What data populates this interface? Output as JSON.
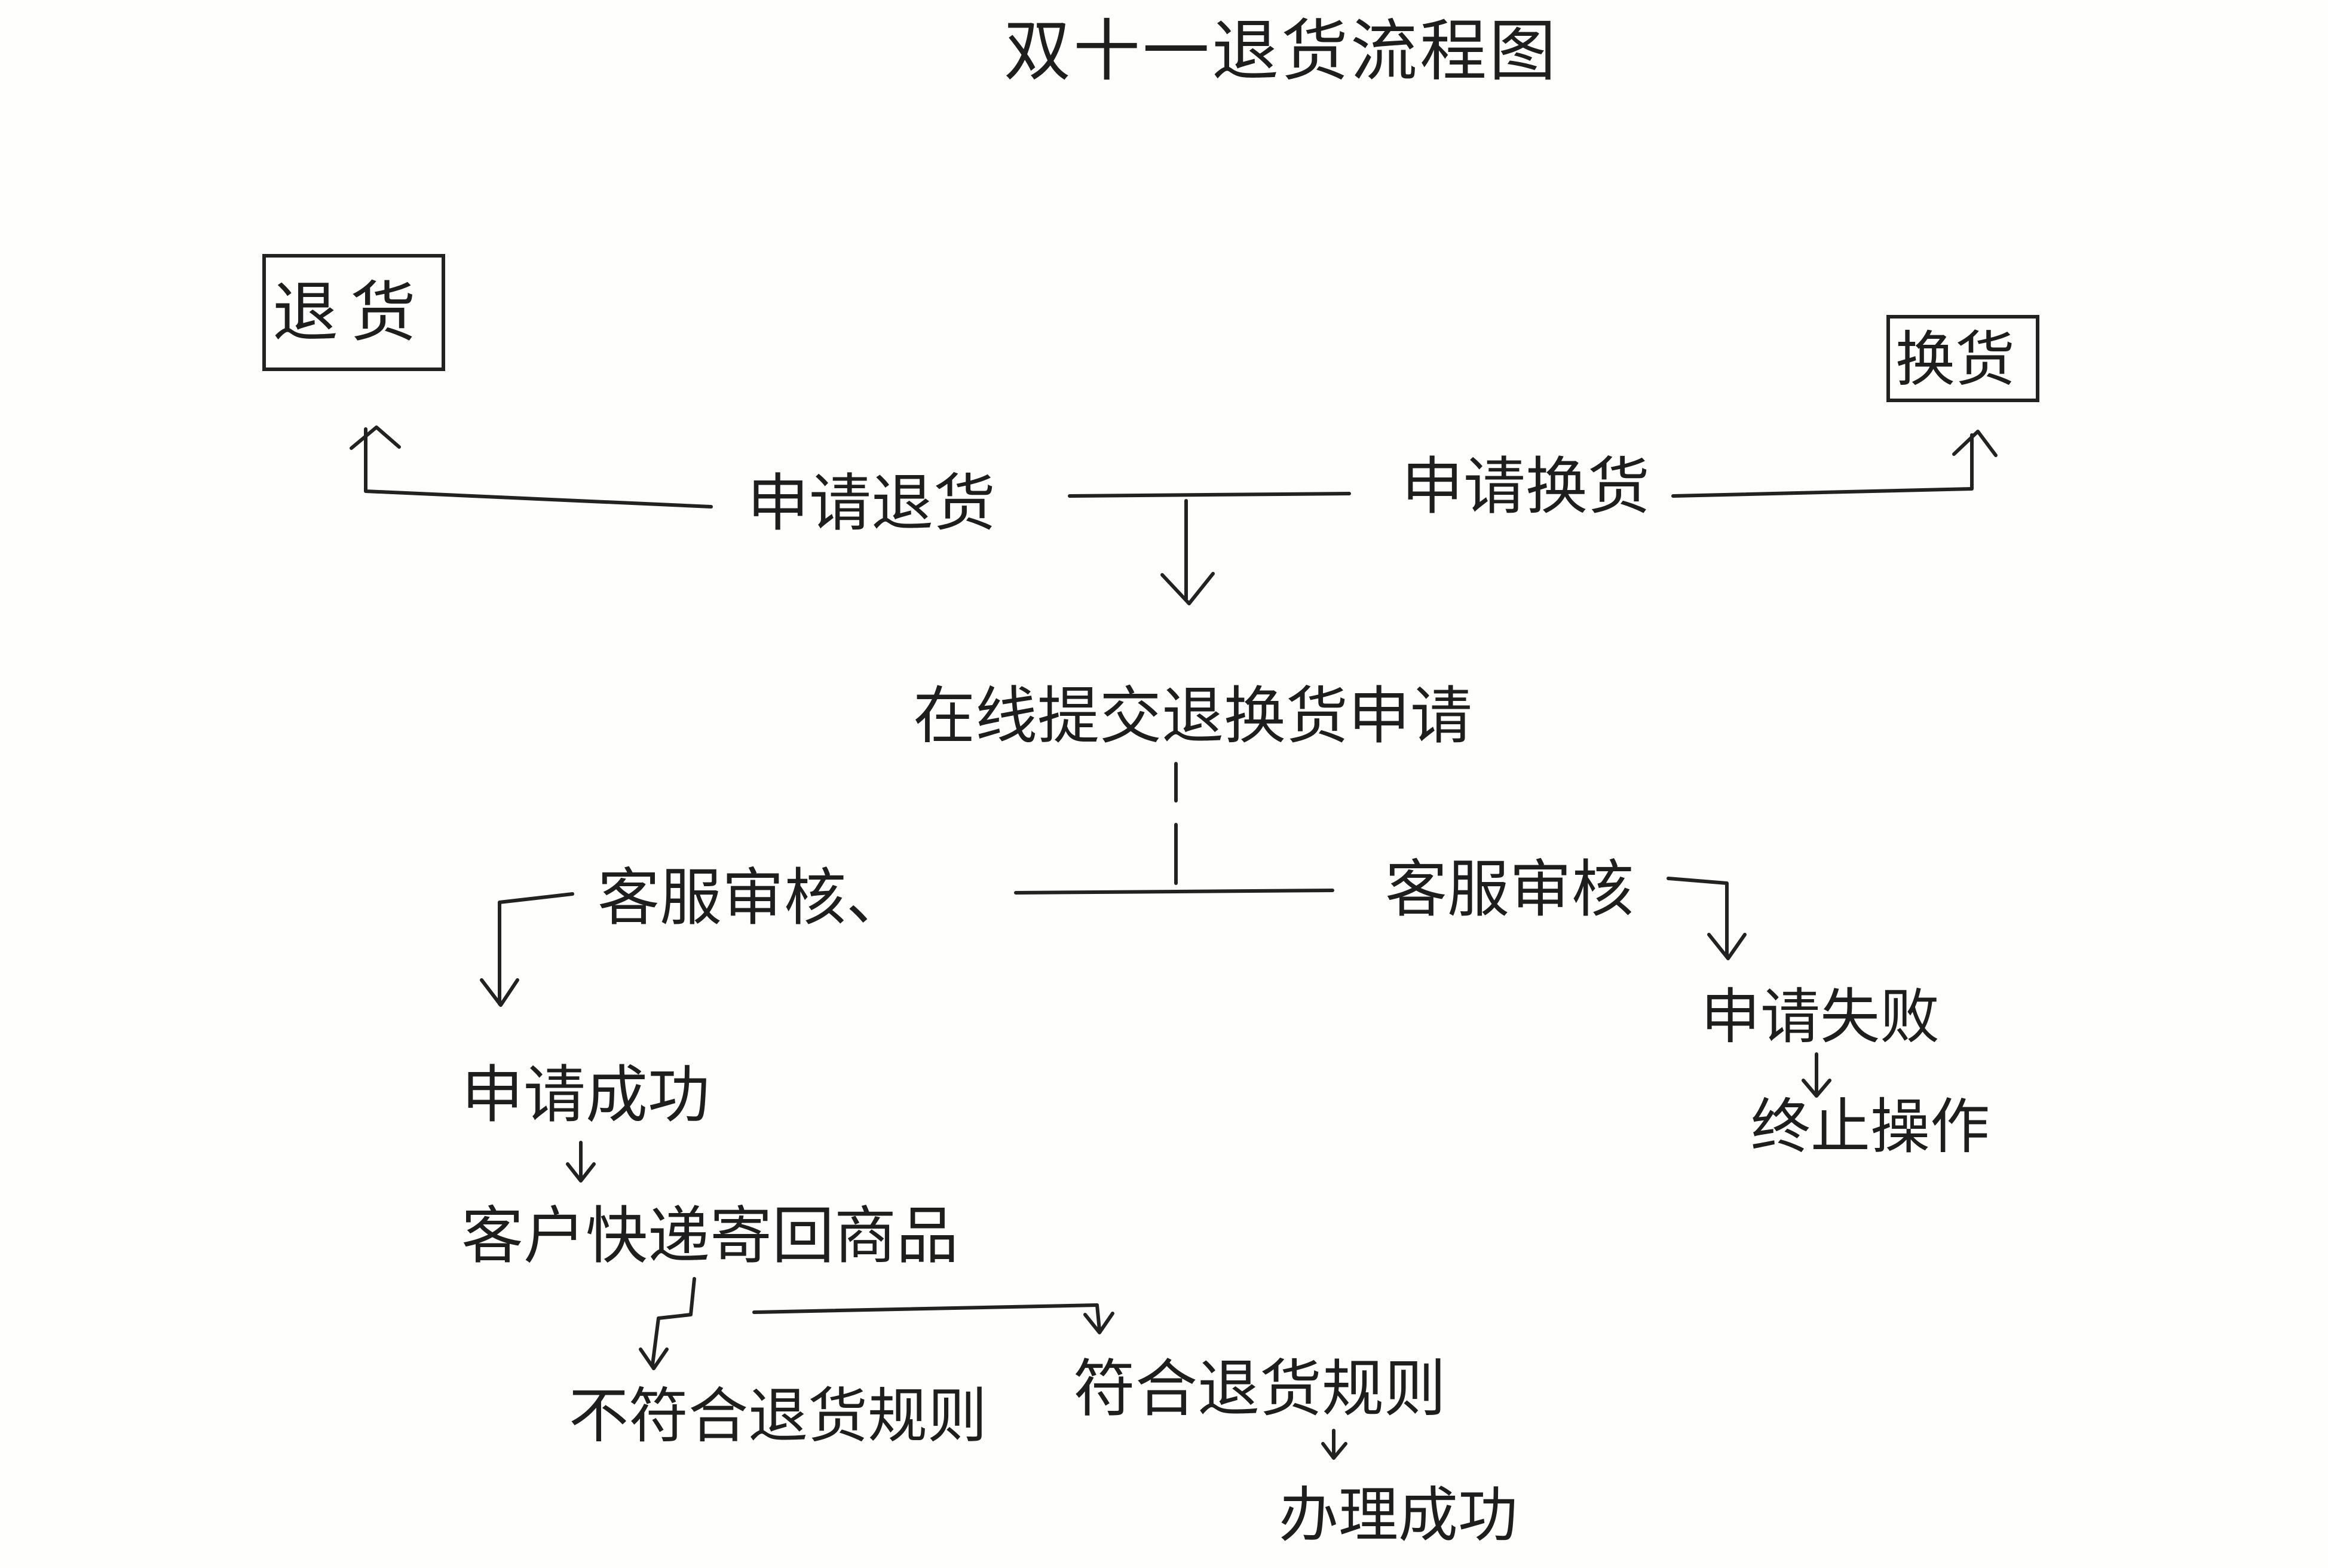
{
  "title": "双十一退货流程图",
  "nodes": {
    "return_box": "退货",
    "exchange_box": "换货",
    "apply_return": "申请退货",
    "apply_exchange": "申请换货",
    "submit_online": "在线提交退换货申请",
    "review_left": "客服审核、",
    "review_right": "客服审核",
    "apply_fail": "申请失败",
    "terminate": "终止操作",
    "apply_success": "申请成功",
    "ship_back": "客户快递寄回商品",
    "not_meet_rules": "不符合退货规则",
    "meet_rules": "符合退货规则",
    "done": "办理成功"
  }
}
